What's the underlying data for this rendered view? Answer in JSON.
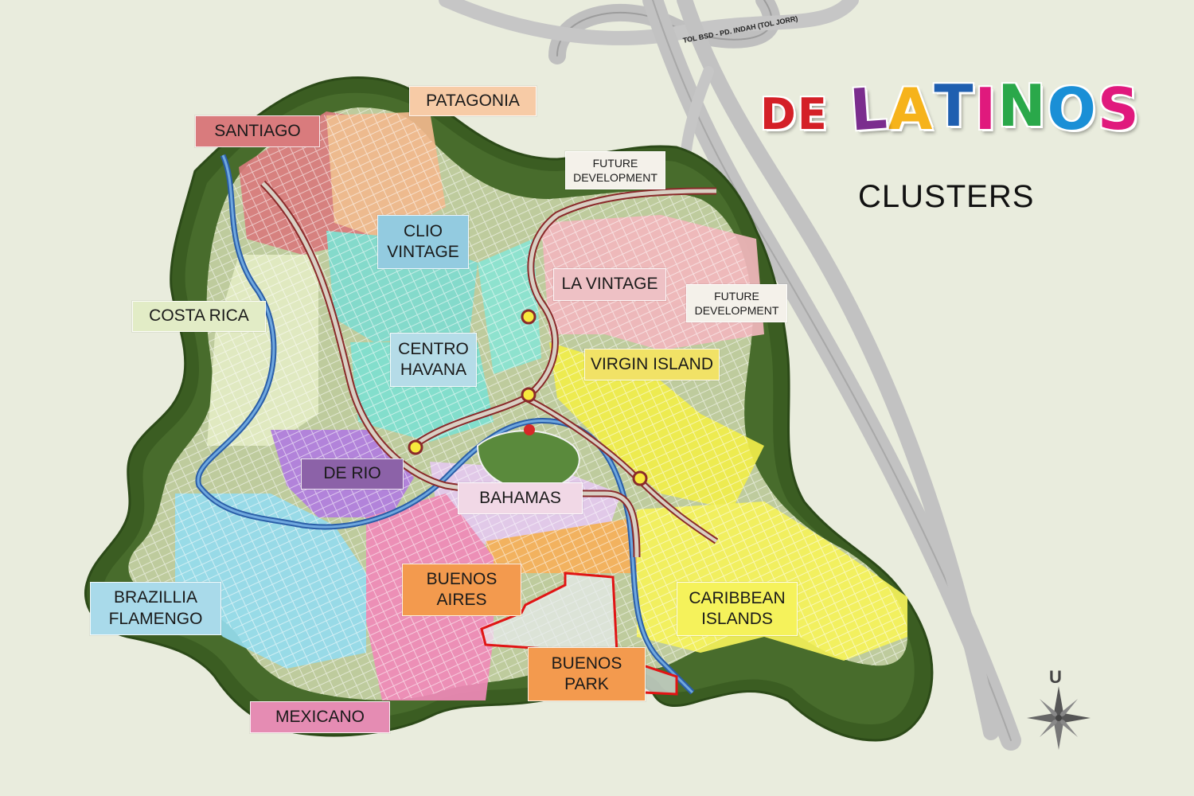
{
  "map": {
    "logo": {
      "letters": [
        "D",
        "E",
        " ",
        "L",
        "A",
        "T",
        "I",
        "N",
        "O",
        "S"
      ],
      "colors": [
        "#d42027",
        "#d42027",
        "#ffffff",
        "#7b2d8e",
        "#f6b31b",
        "#1f5fb0",
        "#e0197d",
        "#2aa84a",
        "#1a8fd6",
        "#e0197d"
      ]
    },
    "title": "CLUSTERS",
    "road_label": "TOL BSD - PD. INDAH (TOL JORR)",
    "compass_letter": "U",
    "clusters": [
      {
        "id": "patagonia",
        "name": "PATAGONIA",
        "color": "#f7cba6"
      },
      {
        "id": "santiago",
        "name": "SANTIAGO",
        "color": "#d97b7d"
      },
      {
        "id": "future-development-1",
        "name": "FUTURE\nDEVELOPMENT",
        "color": "#f4f1ea"
      },
      {
        "id": "clio-vintage",
        "name": "CLIO\nVINTAGE",
        "color": "#93cbe0"
      },
      {
        "id": "la-vintage",
        "name": "LA VINTAGE",
        "color": "#eec1c5"
      },
      {
        "id": "future-development-2",
        "name": "FUTURE\nDEVELOPMENT",
        "color": "#f4f1ea"
      },
      {
        "id": "costa-rica",
        "name": "COSTA RICA",
        "color": "#e2ecc6"
      },
      {
        "id": "centro-havana",
        "name": "CENTRO\nHAVANA",
        "color": "#b5dce8"
      },
      {
        "id": "virgin-island",
        "name": "VIRGIN ISLAND",
        "color": "#f1e266"
      },
      {
        "id": "de-rio",
        "name": "DE RIO",
        "color": "#8c62a8"
      },
      {
        "id": "bahamas",
        "name": "BAHAMAS",
        "color": "#f1d8e6"
      },
      {
        "id": "buenos-aires",
        "name": "BUENOS\nAIRES",
        "color": "#f39a4e"
      },
      {
        "id": "brazillia-flamengo",
        "name": "BRAZILLIA\nFLAMENGO",
        "color": "#a9daea"
      },
      {
        "id": "caribbean-islands",
        "name": "CARIBBEAN\nISLANDS",
        "color": "#f5f25b"
      },
      {
        "id": "buenos-park",
        "name": "BUENOS\nPARK",
        "color": "#f39a4e"
      },
      {
        "id": "mexicano",
        "name": "MEXICANO",
        "color": "#e58cb3"
      }
    ]
  }
}
